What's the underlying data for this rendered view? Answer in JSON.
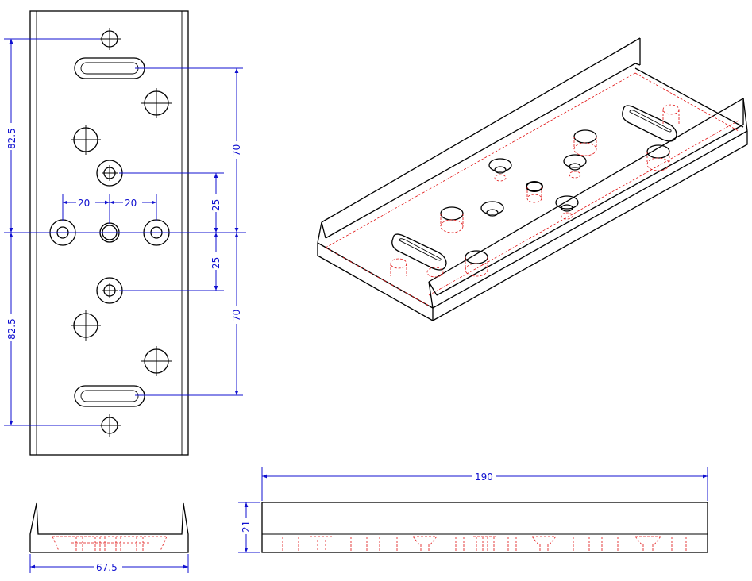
{
  "drawing": {
    "dimensions": {
      "upper_half_height": "82.5",
      "lower_half_height": "82.5",
      "hole_spacing_left": "20",
      "hole_spacing_right": "20",
      "slot_offset_upper": "70",
      "slot_offset_lower": "70",
      "hole_offset_upper": "25",
      "hole_offset_lower": "25",
      "overall_length": "190",
      "base_height": "21",
      "overall_width": "67.5"
    },
    "colors": {
      "outline": "#000000",
      "dimension": "#1010d0",
      "hidden_line": "#e01010",
      "background": "#ffffff"
    }
  }
}
